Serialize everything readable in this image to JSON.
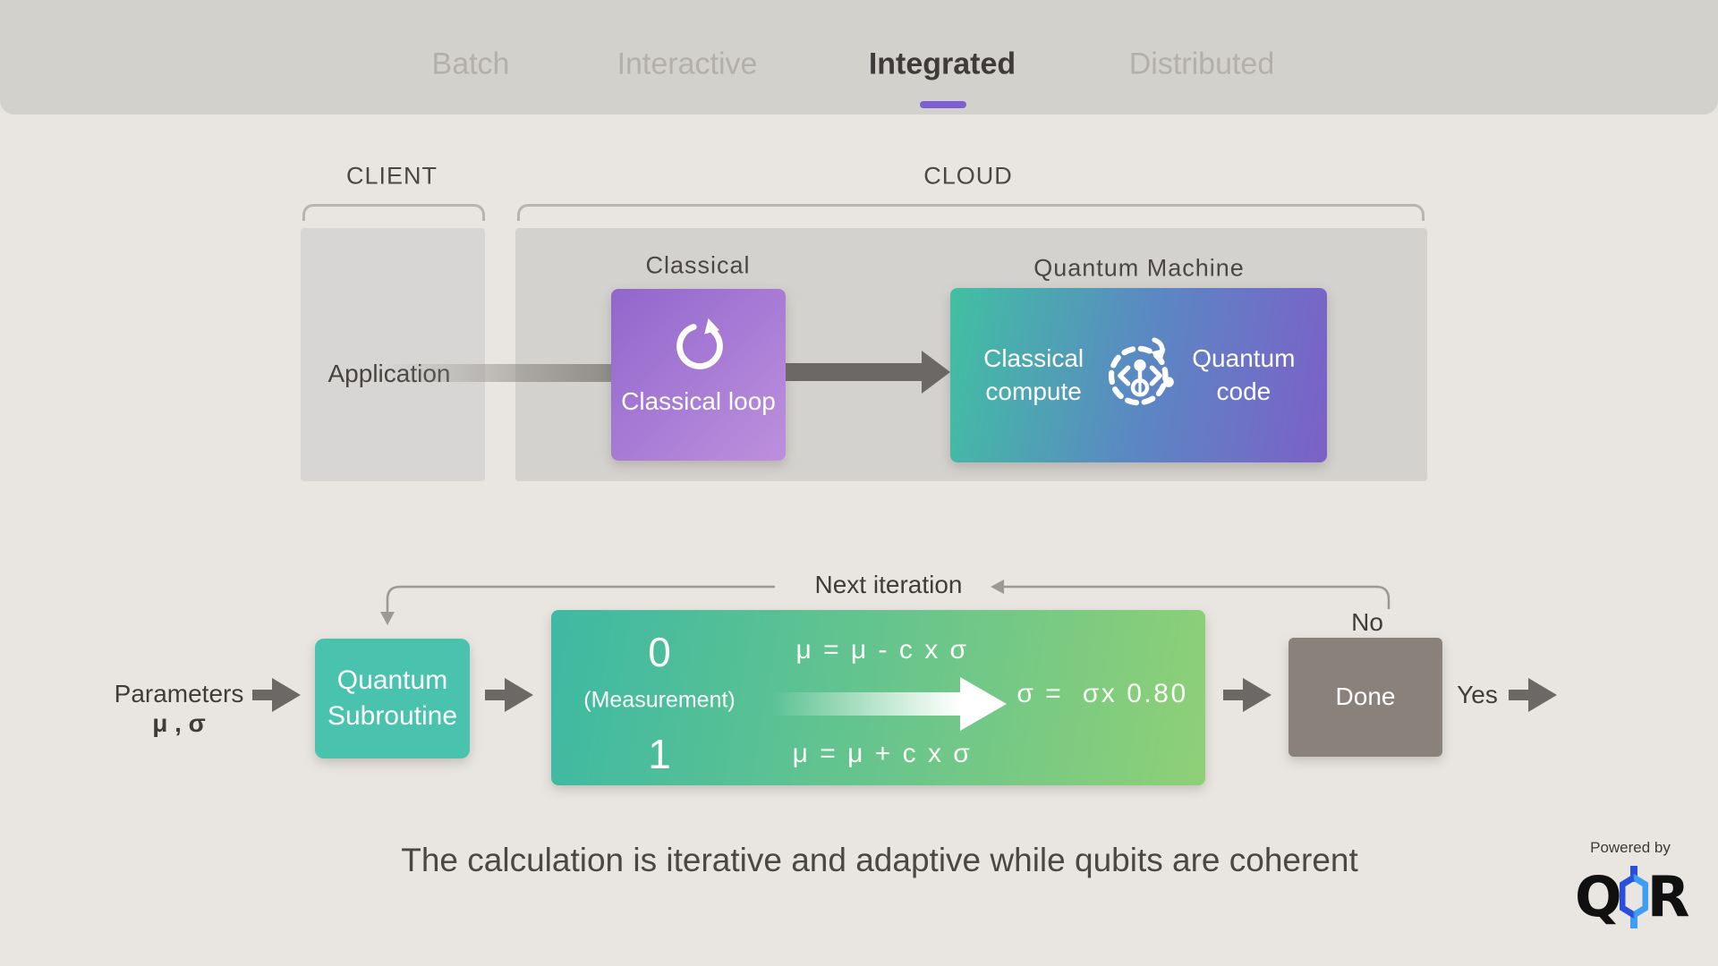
{
  "tabs": [
    {
      "label": "Batch"
    },
    {
      "label": "Interactive"
    },
    {
      "label": "Integrated"
    },
    {
      "label": "Distributed"
    }
  ],
  "active_tab": "Integrated",
  "architecture": {
    "client_label": "CLIENT",
    "cloud_label": "CLOUD",
    "application": "Application",
    "classical_group_label": "Classical",
    "classical_loop": "Classical loop",
    "quantum_group_label": "Quantum Machine",
    "classical_compute": "Classical compute",
    "quantum_code": "Quantum code"
  },
  "iteration_flow": {
    "parameters_label": "Parameters",
    "parameters_symbols": "μ , σ",
    "quantum_subroutine": "Quantum Subroutine",
    "measurement_zero": "0",
    "measurement_label": "(Measurement)",
    "measurement_one": "1",
    "equation_zero": "μ = μ - c x σ",
    "equation_one": "μ = μ + c x σ",
    "equation_sigma": "σ =  σx 0.80",
    "next_iteration_label": "Next iteration",
    "no_label": "No",
    "done_label": "Done",
    "yes_label": "Yes"
  },
  "caption": "The calculation is iterative and adaptive while qubits are coherent",
  "footer": {
    "powered_by": "Powered by",
    "logo_text_q": "Q",
    "logo_text_r": "R"
  },
  "colors": {
    "accent_purple": "#7e5fd3",
    "loop_gradient_start": "#9166cc",
    "loop_gradient_end": "#bd90dd",
    "machine_gradient_start": "#41c0a2",
    "machine_gradient_mid": "#5b87c3",
    "machine_gradient_end": "#7c60c8",
    "iteration_gradient_start": "#3db9a3",
    "iteration_gradient_end": "#8fd077",
    "subroutine_teal": "#4ac3ae",
    "done_gray": "#8a817b",
    "arrow_gray": "#6c6865",
    "line_gray": "#9c9995",
    "logo_blue_dark": "#2b4fd8",
    "logo_blue_light": "#3f9df2"
  }
}
